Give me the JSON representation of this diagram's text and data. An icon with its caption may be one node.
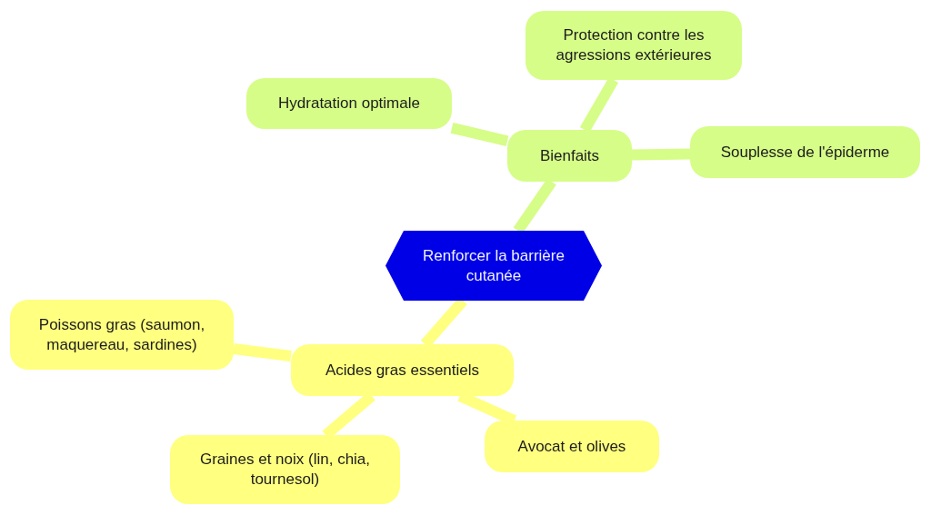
{
  "diagram": {
    "nodes": [
      {
        "text": [
          "Renforcer la barrière cutanée"
        ]
      },
      {
        "text": [
          "Bienfaits"
        ]
      },
      {
        "text": [
          "Hydratation optimale"
        ]
      },
      {
        "text": [
          "Protection contre les agressions extérieures"
        ]
      },
      {
        "text": [
          "Souplesse de l'épiderme"
        ]
      },
      {
        "text": [
          "Acides gras essentiels"
        ]
      },
      {
        "text": [
          "Poissons gras (saumon, maquereau, sardines)"
        ]
      },
      {
        "text": [
          "Graines et noix (lin, chia, tournesol)"
        ]
      },
      {
        "text": [
          "Avocat et olives"
        ]
      }
    ],
    "edges": [
      {
        "from": 0,
        "to": 1,
        "arrow": "none",
        "color": "#d6fd88"
      },
      {
        "from": 1,
        "to": 2,
        "arrow": "none",
        "color": "#d6fd88"
      },
      {
        "from": 1,
        "to": 3,
        "arrow": "none",
        "color": "#d6fd88"
      },
      {
        "from": 1,
        "to": 4,
        "arrow": "none",
        "color": "#d6fd88"
      },
      {
        "from": 0,
        "to": 5,
        "arrow": "none",
        "color": "#ffff80"
      },
      {
        "from": 5,
        "to": 6,
        "arrow": "none",
        "color": "#ffff80"
      },
      {
        "from": 5,
        "to": 7,
        "arrow": "none",
        "color": "#ffff80"
      },
      {
        "from": 5,
        "to": 8,
        "arrow": "none",
        "color": "#ffff80"
      }
    ]
  }
}
